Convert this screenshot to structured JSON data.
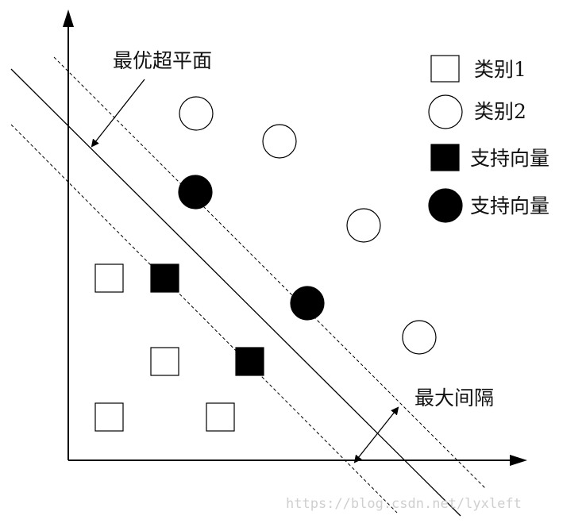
{
  "annotations": {
    "optimal_hyperplane": "最优超平面",
    "max_margin": "最大间隔"
  },
  "legend": [
    {
      "marker": "square-open",
      "label": "类别1"
    },
    {
      "marker": "circle-open",
      "label": "类别2"
    },
    {
      "marker": "square-filled",
      "label": "支持向量"
    },
    {
      "marker": "circle-filled",
      "label": "支持向量"
    }
  ],
  "watermark": "https://blog.csdn.net/lyxleft",
  "colors": {
    "stroke": "#000000",
    "fill_filled": "#000000",
    "fill_open": "#ffffff",
    "watermark": "#cfcfcf"
  }
}
